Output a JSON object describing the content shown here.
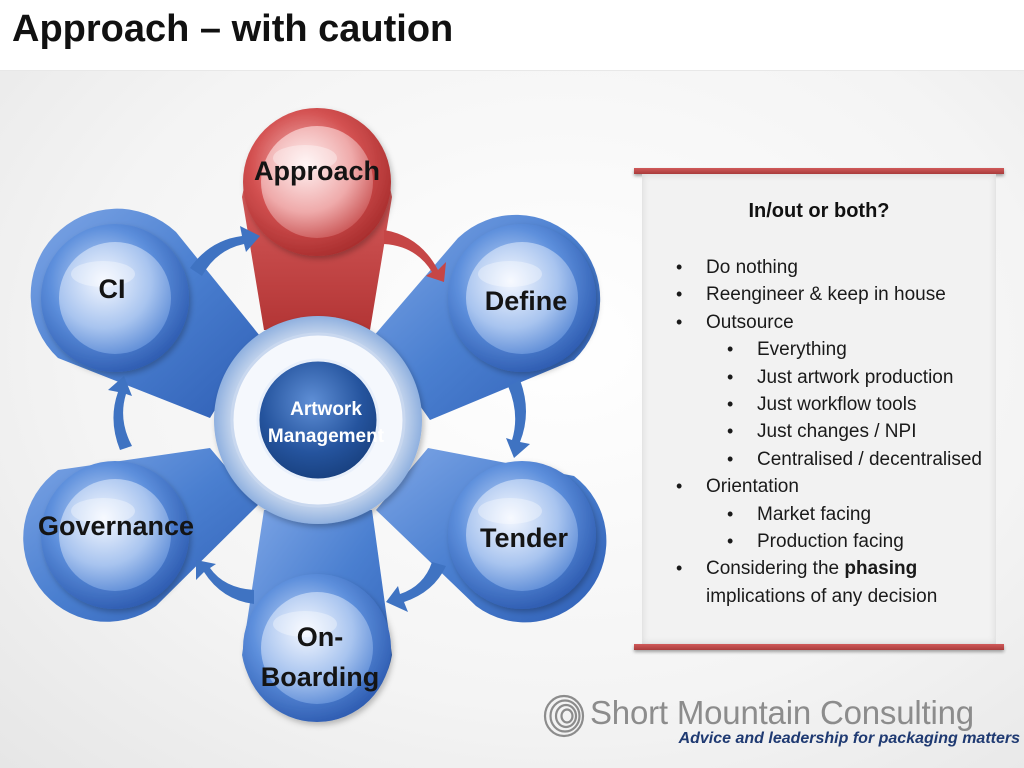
{
  "slide": {
    "title": "Approach – with caution"
  },
  "diagram": {
    "hub": {
      "line1": "Artwork",
      "line2": "Management"
    },
    "nodes": {
      "approach": {
        "label": "Approach",
        "active": true
      },
      "define": {
        "label": "Define"
      },
      "tender": {
        "label": "Tender"
      },
      "onboarding": {
        "line1": "On-",
        "line2": "Boarding"
      },
      "governance": {
        "label": "Governance"
      },
      "ci": {
        "label": "CI"
      }
    },
    "colors": {
      "active": "#c43b3b",
      "inactive": "#3f73c2",
      "hub": "#1e4f96"
    }
  },
  "panel": {
    "heading": "In/out or both?",
    "items": [
      {
        "level": 1,
        "text": "Do nothing"
      },
      {
        "level": 1,
        "text": "Reengineer & keep in house"
      },
      {
        "level": 1,
        "text": "Outsource"
      },
      {
        "level": 2,
        "text": "Everything"
      },
      {
        "level": 2,
        "text": "Just artwork production"
      },
      {
        "level": 2,
        "text": "Just workflow tools"
      },
      {
        "level": 2,
        "text": "Just changes / NPI"
      },
      {
        "level": 2,
        "text": "Centralised  / decentralised"
      },
      {
        "level": 1,
        "text": "Orientation"
      },
      {
        "level": 2,
        "text": "Market facing"
      },
      {
        "level": 2,
        "text": "Production facing"
      },
      {
        "level": 1,
        "text_before": "Considering the ",
        "text_bold": "phasing",
        "text_after": " implications of any decision"
      }
    ],
    "colors": {
      "bar": "#b84545"
    }
  },
  "logo": {
    "company": "Short Mountain Consulting",
    "tagline": "Advice and leadership for packaging matters",
    "icon": "spiral-icon"
  }
}
